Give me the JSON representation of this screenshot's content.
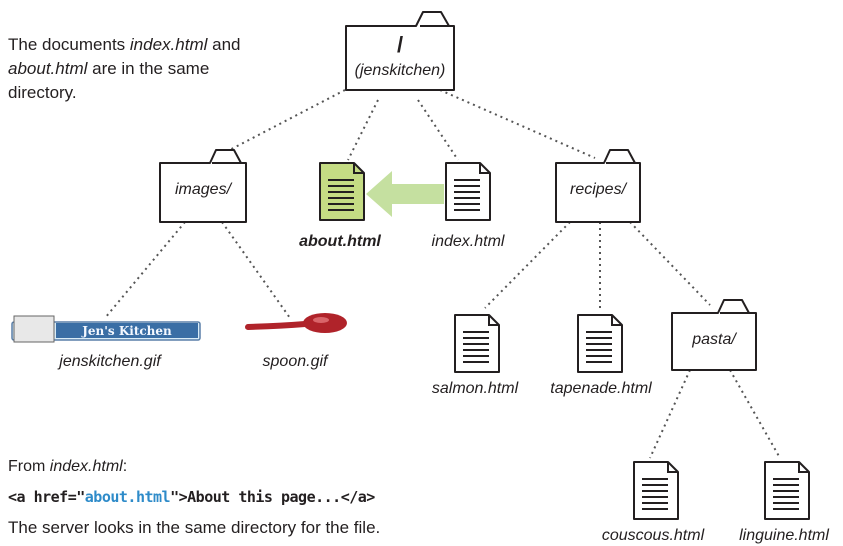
{
  "intro": {
    "part1": "The documents ",
    "file1": "index.html",
    "part2": " and ",
    "file2": "about.html",
    "part3": " are in the same directory."
  },
  "root": {
    "slash": "/",
    "name": "(jenskitchen)"
  },
  "folders": {
    "images": "images/",
    "recipes": "recipes/",
    "pasta": "pasta/"
  },
  "files": {
    "about": "about.html",
    "index": "index.html",
    "jenskitchen_gif": "jenskitchen.gif",
    "spoon_gif": "spoon.gif",
    "salmon": "salmon.html",
    "tapenade": "tapenade.html",
    "couscous": "couscous.html",
    "linguine": "linguine.html"
  },
  "logo_text": "Jen's Kitchen",
  "from": {
    "label": "From ",
    "file": "index.html",
    "colon": ":"
  },
  "code": {
    "open": "<a href=\"",
    "href": "about.html",
    "close_quote": "\">",
    "text": "About this page...",
    "end": "</a>"
  },
  "server_note": "The server looks in the same directory for the file.",
  "colors": {
    "highlight_fill": "#c5dc84",
    "arrow": "#c5e0a0",
    "code_attr": "#2e8bc9",
    "spoon": "#b0232a"
  }
}
